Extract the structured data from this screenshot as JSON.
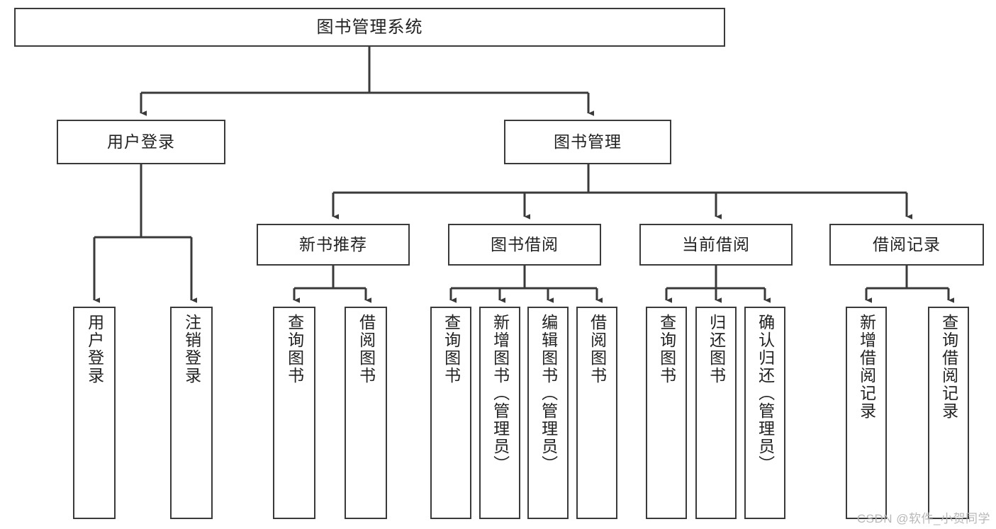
{
  "diagram": {
    "title": "图书管理系统",
    "watermark": "CSDN @软件_小贺同学",
    "colors": {
      "box_border": "#3a3a3a",
      "box_fill": "#ffffff",
      "connector": "#3a3a3a",
      "text": "#222222",
      "watermark": "#b8b8b8",
      "background": "#ffffff"
    },
    "root": {
      "label": "图书管理系统"
    },
    "level2": [
      {
        "label": "用户登录"
      },
      {
        "label": "图书管理"
      }
    ],
    "level3": [
      {
        "label": "新书推荐"
      },
      {
        "label": "图书借阅"
      },
      {
        "label": "当前借阅"
      },
      {
        "label": "借阅记录"
      }
    ],
    "leaves": {
      "user_login": [
        {
          "label": "用户登录"
        },
        {
          "label": "注销登录"
        }
      ],
      "new_book_recommend": [
        {
          "label": "查询图书"
        },
        {
          "label": "借阅图书"
        }
      ],
      "book_borrow": [
        {
          "label": "查询图书"
        },
        {
          "label": "新增图书（管理员）"
        },
        {
          "label": "编辑图书（管理员）"
        },
        {
          "label": "借阅图书"
        }
      ],
      "current_borrow": [
        {
          "label": "查询图书"
        },
        {
          "label": "归还图书"
        },
        {
          "label": "确认归还（管理员）"
        }
      ],
      "borrow_record": [
        {
          "label": "新增借阅记录"
        },
        {
          "label": "查询借阅记录"
        }
      ]
    }
  }
}
